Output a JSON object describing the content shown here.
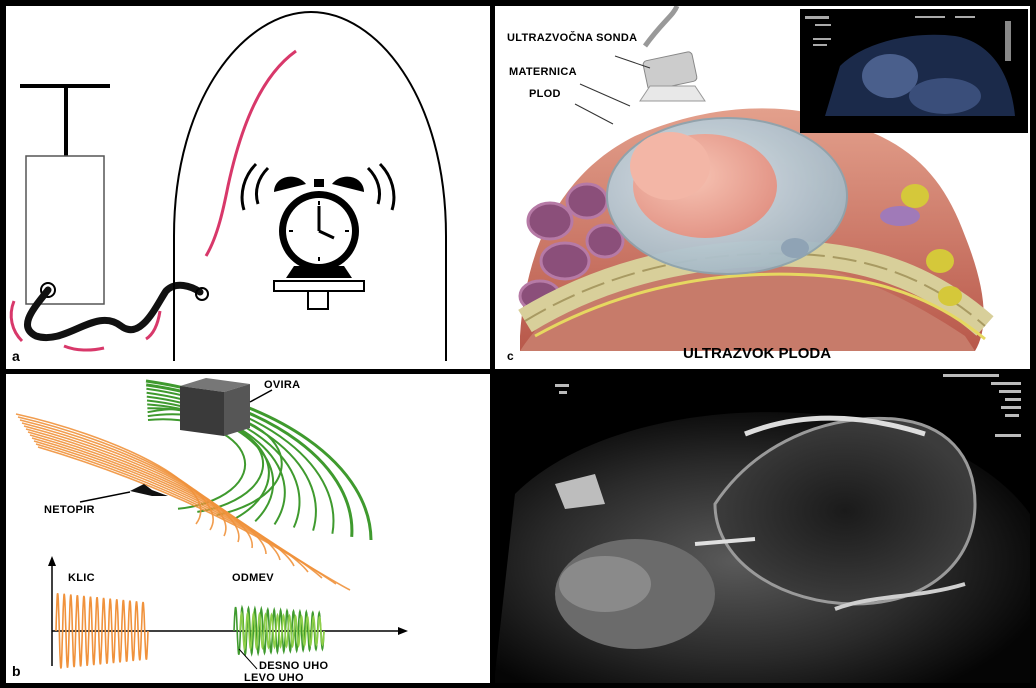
{
  "panels": {
    "a": {
      "letter": "a"
    },
    "b": {
      "letter": "b",
      "labels": {
        "obstacle": "OVIRA",
        "bat": "NETOPIR",
        "call": "KLIC",
        "echo": "ODMEV",
        "right_ear": "DESNO UHO",
        "left_ear": "LEVO UHO"
      }
    },
    "c": {
      "letter": "c",
      "title": "ULTRAZVOK PLODA",
      "labels": {
        "probe": "ULTRAZVOČNA SONDA",
        "uterus": "MATERNICA",
        "fetus": "PLOD"
      }
    },
    "d": {}
  },
  "colors": {
    "sound_red": "#d8386a",
    "wave_orange": "#f0923c",
    "wave_green": "#3f9a2e",
    "tissue": "#c9705a"
  }
}
